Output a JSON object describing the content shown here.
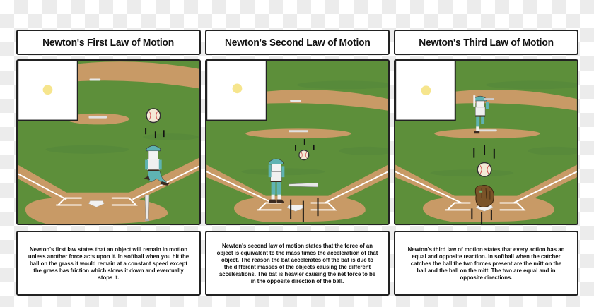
{
  "storyboard": {
    "panels": [
      {
        "title": "Newton's First Law of Motion",
        "caption": "Newton's first law states that an object will remain in motion unless another force acts upon it. In softball when you hit the ball on the grass it would remain at a constant speed except the grass has friction which slows it down and eventually stops it.",
        "scene": {
          "description": "Kneeling player near first-base line, ball above with motion lines, bat standing upright near home plate",
          "icons": [
            "sun-icon",
            "baseball-icon",
            "player-figure",
            "bat-icon",
            "motion-lines-icon"
          ]
        }
      },
      {
        "title": "Newton's Second Law of Motion",
        "caption": "Newton's second law of motion states that the force of an object is equivalent to the mass times the acceleration of that object. The reason the bat accelerates off the bat is due to the different masses of the objects causing the different accelerations. The bat is heavier causing the net force to be in the opposite direction of the ball.",
        "scene": {
          "description": "Batter standing at home plate, bat flying horizontally, ball moving upward with motion lines",
          "icons": [
            "sun-icon",
            "baseball-icon",
            "player-figure",
            "bat-icon",
            "motion-lines-icon"
          ]
        }
      },
      {
        "title": "Newton's Third Law of Motion",
        "caption": "Newton's third law of motion states that every action has an equal and opposite reaction. In softball when the catcher catches the ball the two forces present are the mitt on the ball and the ball on the mitt. The two are equal and in opposite directions.",
        "scene": {
          "description": "Pitcher on the mound after throw, ball descending toward catcher's mitt at home plate",
          "icons": [
            "sun-icon",
            "baseball-icon",
            "player-figure",
            "catchers-mitt-icon",
            "motion-lines-icon"
          ]
        }
      }
    ]
  },
  "colors": {
    "grass": "#5d8f3a",
    "grass_dark": "#52822f",
    "dirt": "#c89a66",
    "chalk": "#ffffff",
    "sun": "#f6e58d",
    "border": "#222222",
    "uniform": "#5fb3b3"
  }
}
